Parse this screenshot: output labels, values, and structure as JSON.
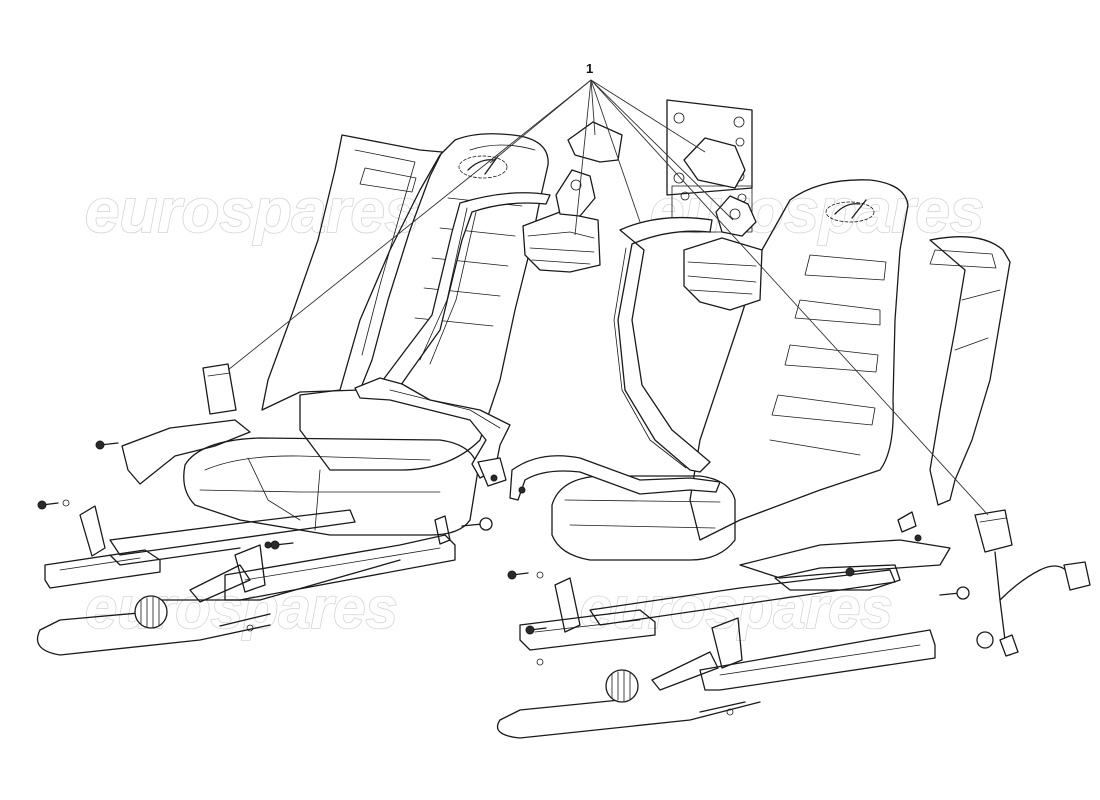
{
  "diagram": {
    "callouts": [
      {
        "number": "1"
      }
    ],
    "watermarks": [
      "eurospares",
      "eurospares",
      "eurospares",
      "eurospares"
    ],
    "colors": {
      "line": "#1a1a1a",
      "watermark": "#d4d4d4",
      "background": "#ffffff"
    }
  }
}
